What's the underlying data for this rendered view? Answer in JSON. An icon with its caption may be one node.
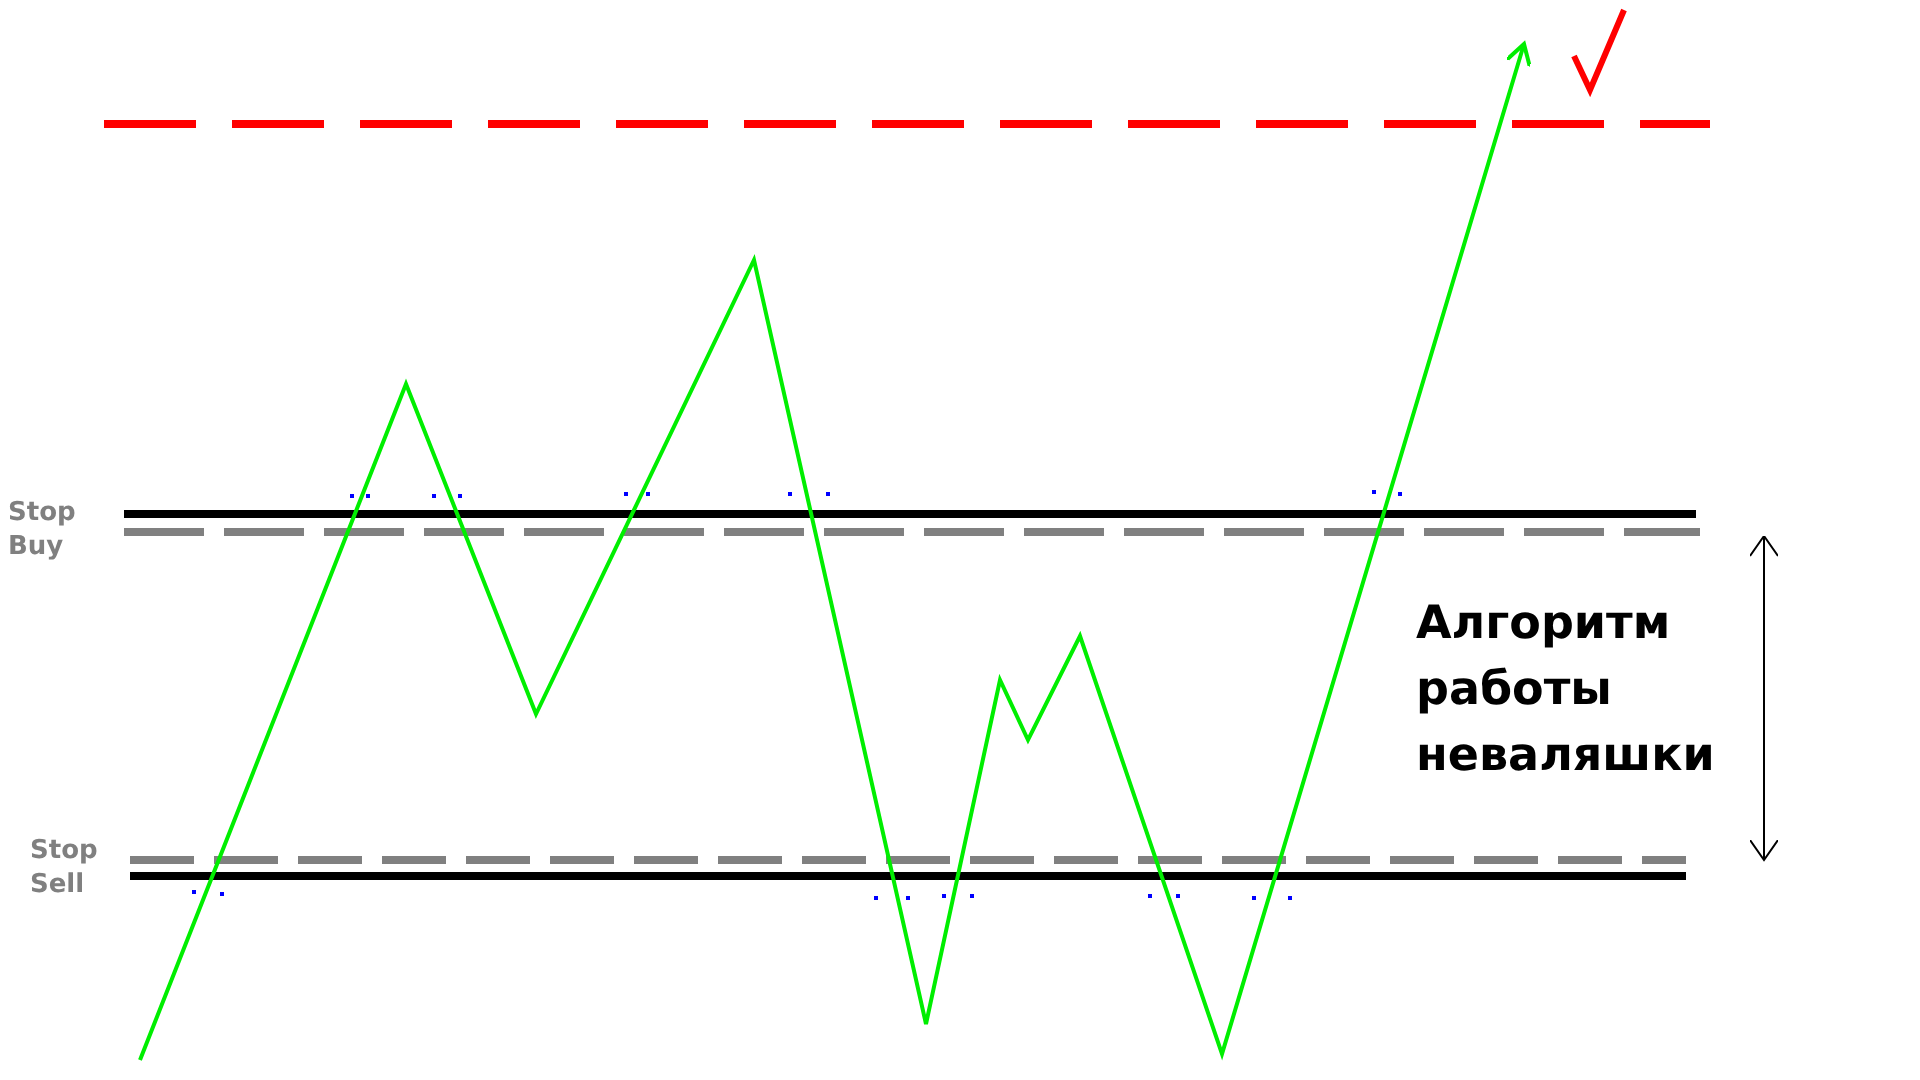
{
  "diagram": {
    "labels": [
      "Stop Buy",
      "Stop Sell",
      "Алгоритм работы неваляшки"
    ]
  }
}
